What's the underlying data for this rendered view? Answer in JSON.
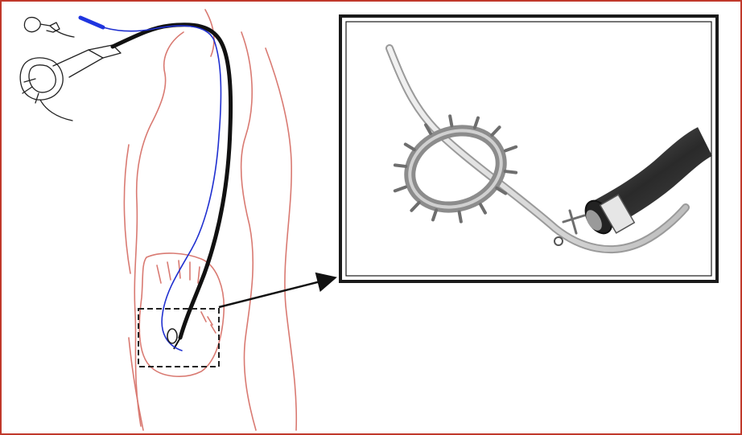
{
  "figure": {
    "frame_color": "#c0392b",
    "anatomy_color": "#d97a72",
    "scope_color": "#111111",
    "wire_color": "#2030d0",
    "handle_marker_color": "#1f35e0",
    "inset_border_color": "#1a1a1a",
    "tube_color": "#3a3a3a",
    "device_color": "#8c8c8c",
    "icons": [
      "endoscope-handle-icon",
      "flexible-endoscope",
      "guide-wire",
      "torso-outline",
      "dashed-region-box",
      "callout-arrow",
      "magnified-inset",
      "ring-device"
    ]
  }
}
